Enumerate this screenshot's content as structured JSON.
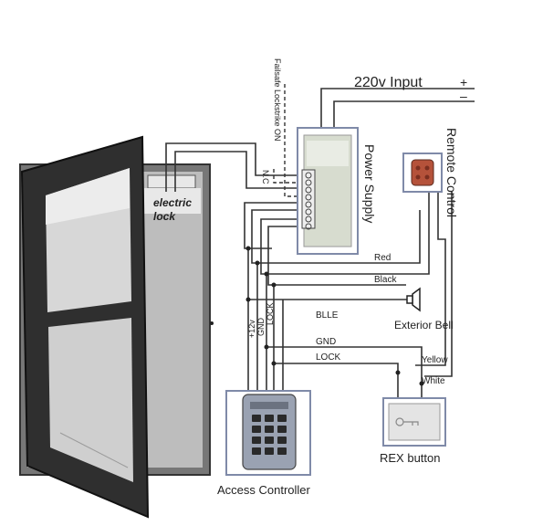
{
  "labels": {
    "input_220v": "220v Input",
    "plus": "+",
    "minus": "–",
    "failsafe": "Failsafe Lockstrike ON",
    "nc": "N.C",
    "power_supply": "Power Supply",
    "remote_control": "Remote Control",
    "electric_lock_1": "electric",
    "electric_lock_2": "lock",
    "red": "Red",
    "black": "Black",
    "bell_wire": "BLLE",
    "exterior_bell": "Exterior Bell",
    "plus12v": "+12v",
    "gnd_vertical": "GND",
    "lock_vertical": "LOCK",
    "gnd": "GND",
    "lock": "LOCK",
    "yellow": "Yellow",
    "white": "White",
    "rex_button": "REX button",
    "access_controller": "Access Controller"
  },
  "colors": {
    "door_frame": "#3a3a3a",
    "glass": "#c9c9c9",
    "glass_light": "#e9e9e9",
    "power_supply_body": "#d7dccf",
    "power_supply_border": "#7f8aa8",
    "remote_body": "#b5523a",
    "keypad_body": "#9aa2b2",
    "rex_body": "#e4e4e4",
    "wire": "#333333"
  }
}
